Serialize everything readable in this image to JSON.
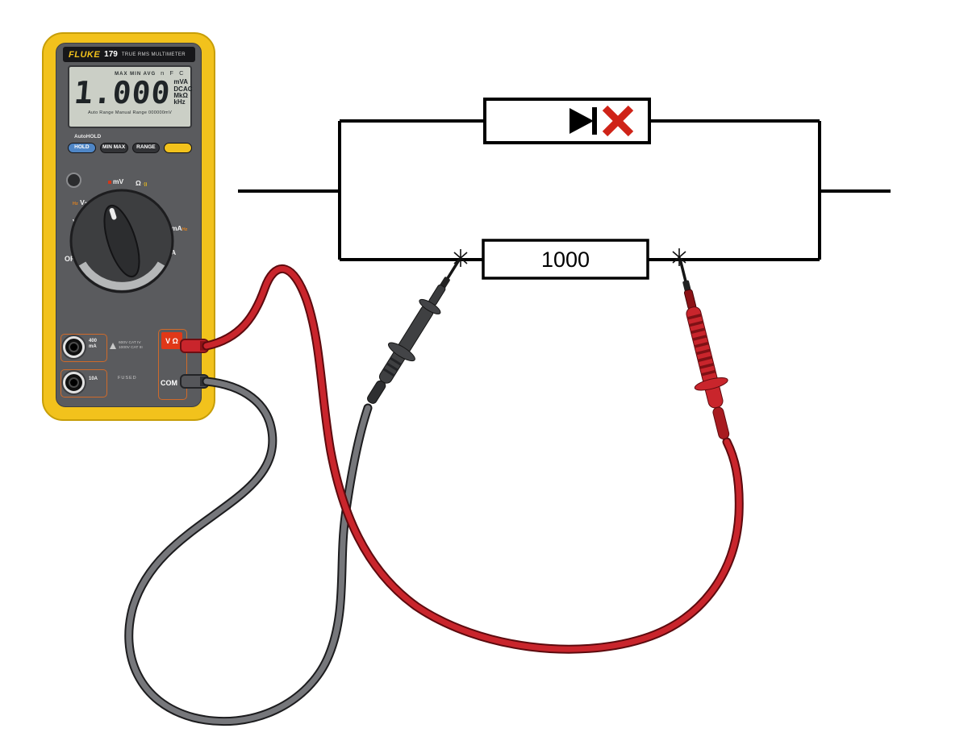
{
  "circuit": {
    "resistor_label": "1000"
  },
  "meter": {
    "brand": "FLUKE",
    "model": "179",
    "model_name": "TRUE RMS MULTIMETER",
    "lcd": {
      "annunciators": "MAX MIN AVG",
      "annunciators2": "n F C",
      "reading": "1.000",
      "units": [
        "mVA",
        "DCAC",
        "MkΩ",
        "kHz"
      ],
      "footer": "Auto Range  Manual Range  000000mV"
    },
    "autohold": "AutoHOLD",
    "buttons": [
      {
        "label": "HOLD"
      },
      {
        "label": "MIN MAX"
      },
      {
        "label": "RANGE"
      },
      {
        "label": ""
      }
    ],
    "dial": {
      "top1": "mV",
      "top2": "Ω",
      "ohm_icons": "·))",
      "left1": "V~",
      "left2": "V",
      "off": "OFF",
      "right1": "mA",
      "right2": "A",
      "hz": "Hz"
    },
    "jacks": {
      "left_top": "400 mA",
      "left_bottom": "10A",
      "vohm": "V Ω",
      "com": "COM",
      "warning_line1": "600V CAT IV",
      "warning_line2": "1000V CAT III",
      "fused": "FUSED"
    }
  },
  "colors": {
    "meter_yellow": "#f2c21c",
    "lead_red": "#c9252c",
    "lead_gray": "#76777b",
    "fault_red": "#cf2318",
    "wire_black": "#000000"
  }
}
